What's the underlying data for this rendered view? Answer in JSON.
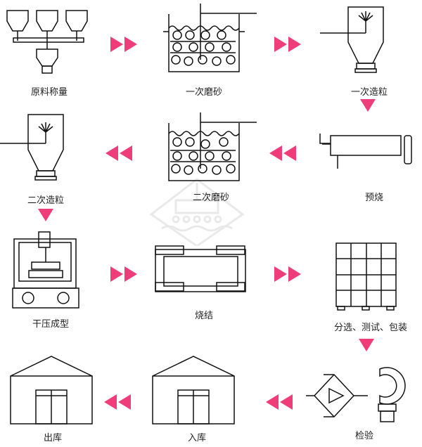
{
  "title": "工艺流程",
  "colors": {
    "arrow": "#ee3d78",
    "line": "#111111"
  },
  "steps": [
    {
      "label": "原料称量"
    },
    {
      "label": "一次磨砂"
    },
    {
      "label": "一次造粒"
    },
    {
      "label": "预烧"
    },
    {
      "label": "二次磨砂"
    },
    {
      "label": "二次造粒"
    },
    {
      "label": "干压成型"
    },
    {
      "label": "烧结"
    },
    {
      "label": "分选、测试、包装"
    },
    {
      "label": "检验"
    },
    {
      "label": "入库"
    },
    {
      "label": "出库"
    }
  ]
}
